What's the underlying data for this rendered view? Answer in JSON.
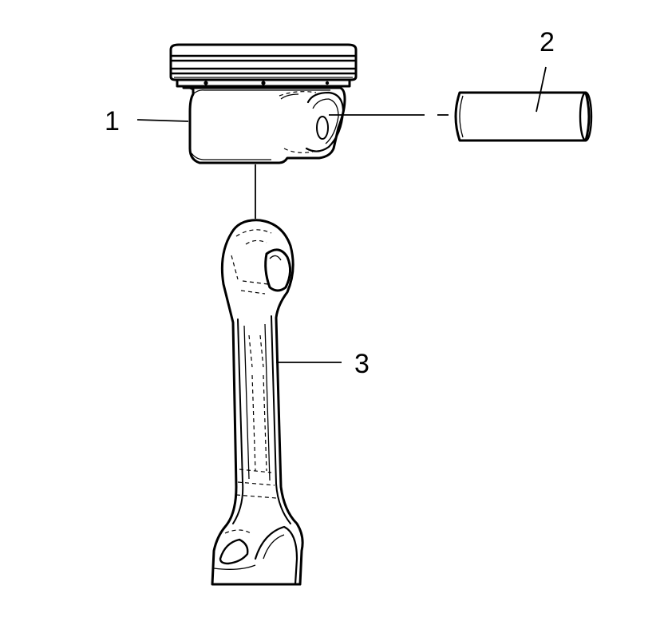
{
  "diagram": {
    "callouts": [
      {
        "id": "1",
        "label": "1",
        "part": "piston"
      },
      {
        "id": "2",
        "label": "2",
        "part": "piston-pin"
      },
      {
        "id": "3",
        "label": "3",
        "part": "connecting-rod"
      }
    ],
    "colors": {
      "line": "#000000",
      "background": "#ffffff"
    }
  }
}
